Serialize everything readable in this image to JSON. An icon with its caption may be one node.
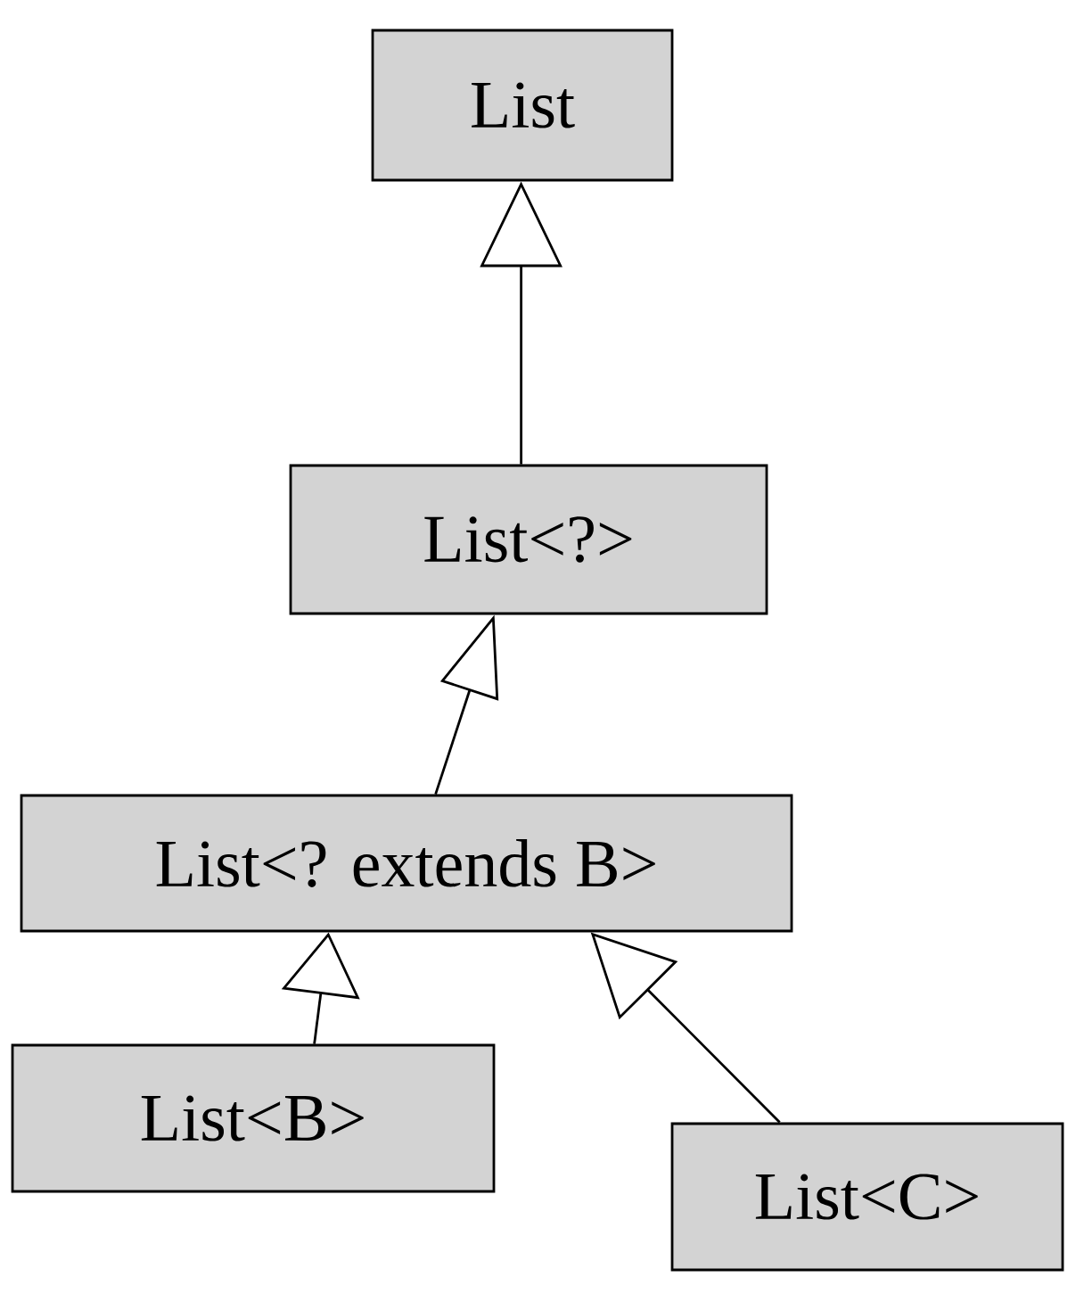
{
  "diagram": {
    "nodes": [
      {
        "text": [
          "List"
        ]
      },
      {
        "text": [
          "List<?>"
        ]
      },
      {
        "text": [
          "List<? extends B>"
        ]
      },
      {
        "text": [
          "List<B>"
        ]
      },
      {
        "text": [
          "List<C>"
        ]
      }
    ],
    "edges": [
      {
        "from": 1,
        "to": 0,
        "arrow": "to"
      },
      {
        "from": 2,
        "to": 1,
        "arrow": "to"
      },
      {
        "from": 3,
        "to": 2,
        "arrow": "to"
      },
      {
        "from": 4,
        "to": 2,
        "arrow": "to"
      }
    ]
  }
}
